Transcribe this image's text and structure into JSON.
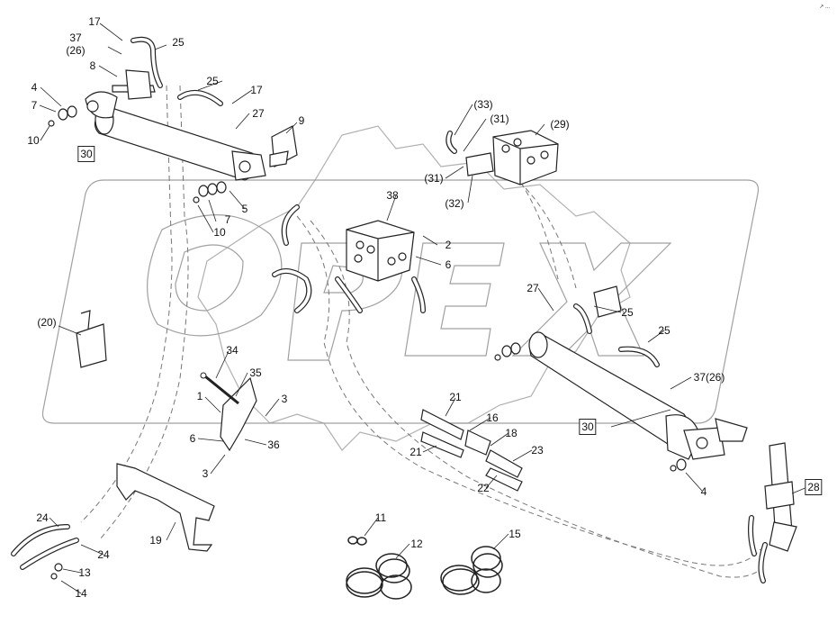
{
  "diagram": {
    "corner_mark": "↗ ...",
    "watermark": "OPEX",
    "callouts": [
      {
        "id": "c17a",
        "text": "17"
      },
      {
        "id": "c25a",
        "text": "25"
      },
      {
        "id": "c37a",
        "text": "37"
      },
      {
        "id": "c26a",
        "text": "(26)"
      },
      {
        "id": "c8",
        "text": "8"
      },
      {
        "id": "c4a",
        "text": "4"
      },
      {
        "id": "c7a",
        "text": "7"
      },
      {
        "id": "c10a",
        "text": "10"
      },
      {
        "id": "c30a",
        "text": "30"
      },
      {
        "id": "c25b",
        "text": "25"
      },
      {
        "id": "c17b",
        "text": "17"
      },
      {
        "id": "c27a",
        "text": "27"
      },
      {
        "id": "c9",
        "text": "9"
      },
      {
        "id": "c5",
        "text": "5"
      },
      {
        "id": "c7b",
        "text": "7"
      },
      {
        "id": "c10b",
        "text": "10"
      },
      {
        "id": "c33",
        "text": "(33)"
      },
      {
        "id": "c31a",
        "text": "(31)"
      },
      {
        "id": "c29",
        "text": "(29)"
      },
      {
        "id": "c31b",
        "text": "(31)"
      },
      {
        "id": "c32",
        "text": "(32)"
      },
      {
        "id": "c38",
        "text": "38"
      },
      {
        "id": "c2",
        "text": "2"
      },
      {
        "id": "c6a",
        "text": "6"
      },
      {
        "id": "c20",
        "text": "(20)"
      },
      {
        "id": "c27b",
        "text": "27"
      },
      {
        "id": "c25c",
        "text": "25"
      },
      {
        "id": "c25d",
        "text": "25"
      },
      {
        "id": "c37b",
        "text": "37(26)"
      },
      {
        "id": "c34",
        "text": "34"
      },
      {
        "id": "c35",
        "text": "35"
      },
      {
        "id": "c1",
        "text": "1"
      },
      {
        "id": "c3a",
        "text": "3"
      },
      {
        "id": "c6b",
        "text": "6"
      },
      {
        "id": "c36",
        "text": "36"
      },
      {
        "id": "c3b",
        "text": "3"
      },
      {
        "id": "c21a",
        "text": "21"
      },
      {
        "id": "c16",
        "text": "16"
      },
      {
        "id": "c18",
        "text": "18"
      },
      {
        "id": "c21b",
        "text": "21"
      },
      {
        "id": "c23",
        "text": "23"
      },
      {
        "id": "c22",
        "text": "22"
      },
      {
        "id": "c30b",
        "text": "30"
      },
      {
        "id": "c4b",
        "text": "4"
      },
      {
        "id": "c28",
        "text": "28"
      },
      {
        "id": "c19",
        "text": "19"
      },
      {
        "id": "c24a",
        "text": "24"
      },
      {
        "id": "c24b",
        "text": "24"
      },
      {
        "id": "c13",
        "text": "13"
      },
      {
        "id": "c14",
        "text": "14"
      },
      {
        "id": "c11",
        "text": "11"
      },
      {
        "id": "c12",
        "text": "12"
      },
      {
        "id": "c15",
        "text": "15"
      }
    ]
  }
}
